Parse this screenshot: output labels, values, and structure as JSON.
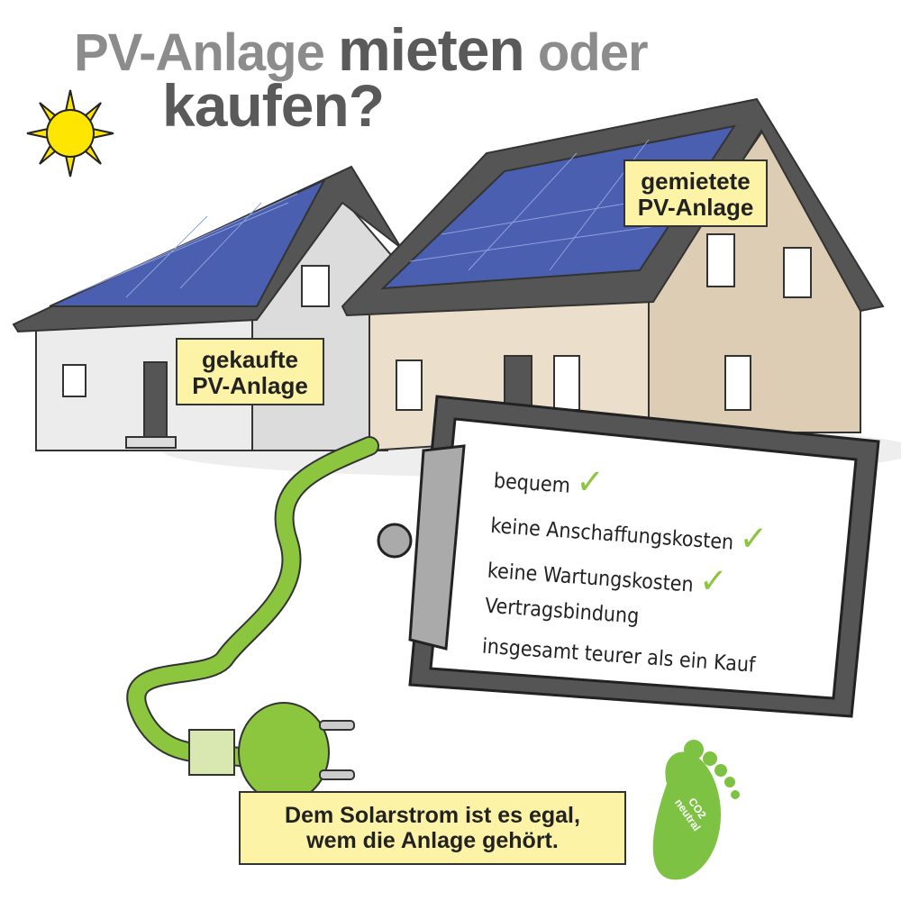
{
  "title": {
    "part1": "PV-Anlage",
    "part2": "mieten",
    "part3": "oder",
    "part4": "kaufen?"
  },
  "labels": {
    "bought": {
      "line1": "gekaufte",
      "line2": "PV-Anlage"
    },
    "rented": {
      "line1": "gemietete",
      "line2": "PV-Anlage"
    }
  },
  "clipboard": {
    "items": [
      {
        "text": "bequem",
        "checked": true
      },
      {
        "text": "keine Anschaffungskosten",
        "checked": true
      },
      {
        "text": "keine Wartungskosten",
        "checked": true
      },
      {
        "text": "Vertragsbindung",
        "checked": false
      },
      {
        "text": "insgesamt teurer als ein Kauf",
        "checked": false
      }
    ],
    "check_glyph": "✓"
  },
  "caption": {
    "line1": "Dem Solarstrom ist es egal,",
    "line2": "wem die Anlage gehört."
  },
  "footprint": {
    "line1": "CO2",
    "line2": "neutral"
  },
  "colors": {
    "label_bg": "#fcf3a6",
    "cable": "#8cc63f",
    "panel": "#4a5fb0",
    "sun": "#ffe600"
  }
}
